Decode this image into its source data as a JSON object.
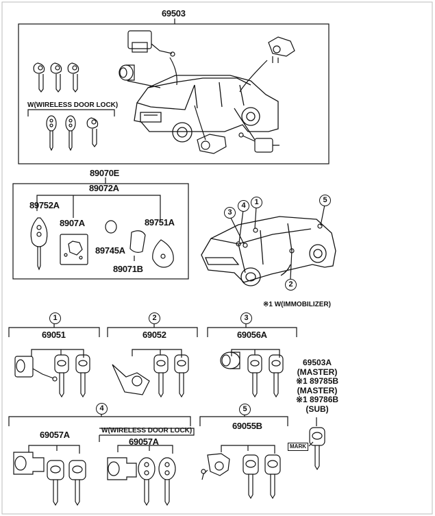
{
  "top_section": {
    "part_no": "69503",
    "wireless_label": "W(WIRELESS DOOR LOCK)"
  },
  "kit_section": {
    "group_no": "89070E",
    "sub_no": "89072A",
    "transmitter_key_no": "89752A",
    "circuit_no": "8907A",
    "battery_no": "89745A",
    "case_no": "89751A",
    "housing_no": "89071B"
  },
  "vehicle_callouts": {
    "circle_3": "3",
    "circle_4": "4",
    "circle_1": "1",
    "circle_5": "5",
    "circle_2": "2",
    "footnote": "※1 W(IMMOBILIZER)"
  },
  "sets": [
    {
      "circle": "1",
      "part_no": "69051"
    },
    {
      "circle": "2",
      "part_no": "69052"
    },
    {
      "circle": "3",
      "part_no": "69056A"
    },
    {
      "circle": "4",
      "part_no": "69057A",
      "wireless_label": "W(WIRELESS DOOR LOCK)",
      "wireless_part_no": "69057A"
    },
    {
      "circle": "5",
      "part_no": "69055B"
    }
  ],
  "master_key": {
    "lines": [
      "69503A",
      "(MASTER)",
      "※1 89785B",
      "(MASTER)",
      "※1 89786B",
      "(SUB)"
    ],
    "mark_label": "MARK"
  }
}
